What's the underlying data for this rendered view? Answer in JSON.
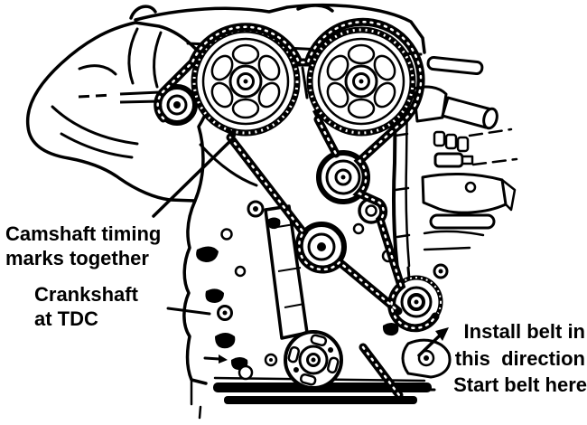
{
  "figure": {
    "colors": {
      "ink": "#000000",
      "paper": "#ffffff"
    }
  },
  "labels": {
    "camshaft_timing": {
      "line1": "Camshaft timing",
      "line2": "marks together"
    },
    "crankshaft_tdc": {
      "line1": "Crankshaft",
      "line2": "at TDC"
    },
    "install_direction": {
      "line1": "Install belt in",
      "line2": "this  direction"
    },
    "start_belt": {
      "text": "Start belt here"
    }
  },
  "icons": {
    "belt_direction_arrow": "arrow-up-right",
    "belt_travel_arrow": "arrow-right"
  }
}
